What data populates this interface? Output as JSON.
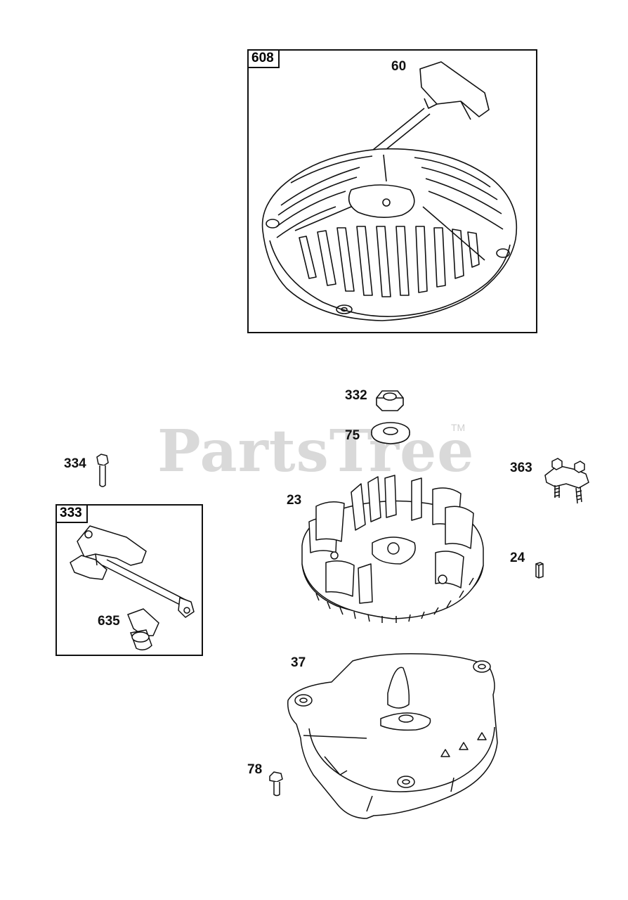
{
  "watermark": {
    "text": "PartsTree",
    "trademark": "TM"
  },
  "groups": [
    {
      "id": "608"
    },
    {
      "id": "333"
    }
  ],
  "callouts": {
    "p60": "60",
    "p332": "332",
    "p75": "75",
    "p334": "334",
    "p363": "363",
    "p23": "23",
    "p24": "24",
    "p635": "635",
    "p37": "37",
    "p78": "78"
  }
}
